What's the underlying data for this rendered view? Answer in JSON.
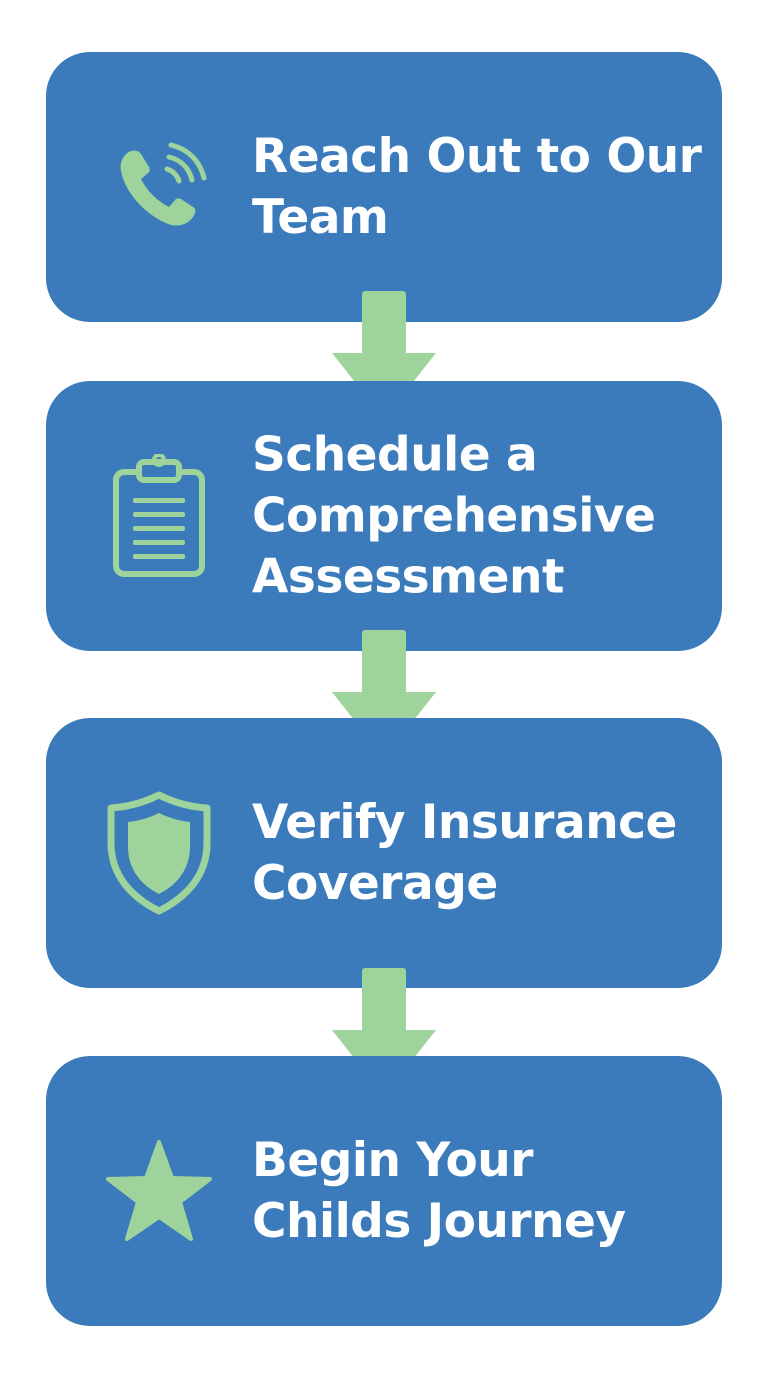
{
  "colors": {
    "box_fill": "#3b7bbb",
    "accent_green": "#9fd39c",
    "label_text": "#ffffff",
    "background": "#ffffff"
  },
  "steps": [
    {
      "icon": "phone-icon",
      "label": "Reach Out to Our Team"
    },
    {
      "icon": "clipboard-icon",
      "label": "Schedule a Comprehensive Assessment"
    },
    {
      "icon": "shield-icon",
      "label": "Verify Insurance Coverage"
    },
    {
      "icon": "star-icon",
      "label": "Begin Your Childs Journey"
    }
  ]
}
